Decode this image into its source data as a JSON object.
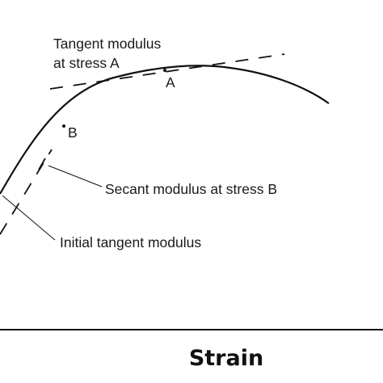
{
  "diagram": {
    "labels": {
      "tangent_line1": "Tangent modulus",
      "tangent_line2": "at stress A",
      "point_a": "A",
      "point_b": "B",
      "secant": "Secant modulus at stress B",
      "initial": "Initial tangent modulus"
    },
    "axis": {
      "x_title": "Strain"
    },
    "colors": {
      "ink": "#111111",
      "background": "#ffffff"
    }
  }
}
